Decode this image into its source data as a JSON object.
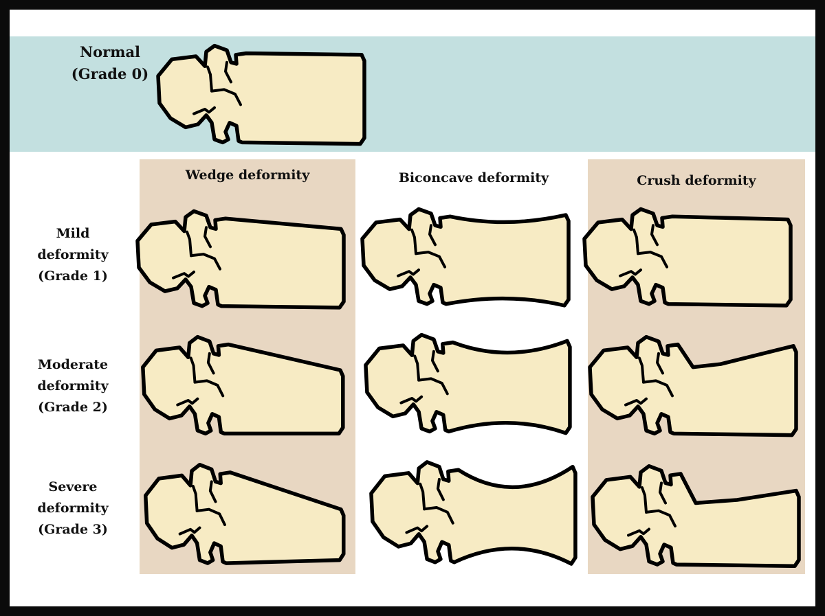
{
  "normal": {
    "line1": "Normal",
    "line2": "(Grade 0)"
  },
  "columns": {
    "wedge": "Wedge deformity",
    "biconcave": "Biconcave deformity",
    "crush": "Crush deformity"
  },
  "rows": [
    {
      "line1": "Mild",
      "line2": "deformity",
      "line3": "(Grade 1)"
    },
    {
      "line1": "Moderate",
      "line2": "deformity",
      "line3": "(Grade 2)"
    },
    {
      "line1": "Severe",
      "line2": "deformity",
      "line3": "(Grade 3)"
    }
  ],
  "colors": {
    "normal_band": "#c3e0e0",
    "shaded_column": "#e8d7c2",
    "bone_fill": "#f7ebc4",
    "outline": "#000000"
  }
}
